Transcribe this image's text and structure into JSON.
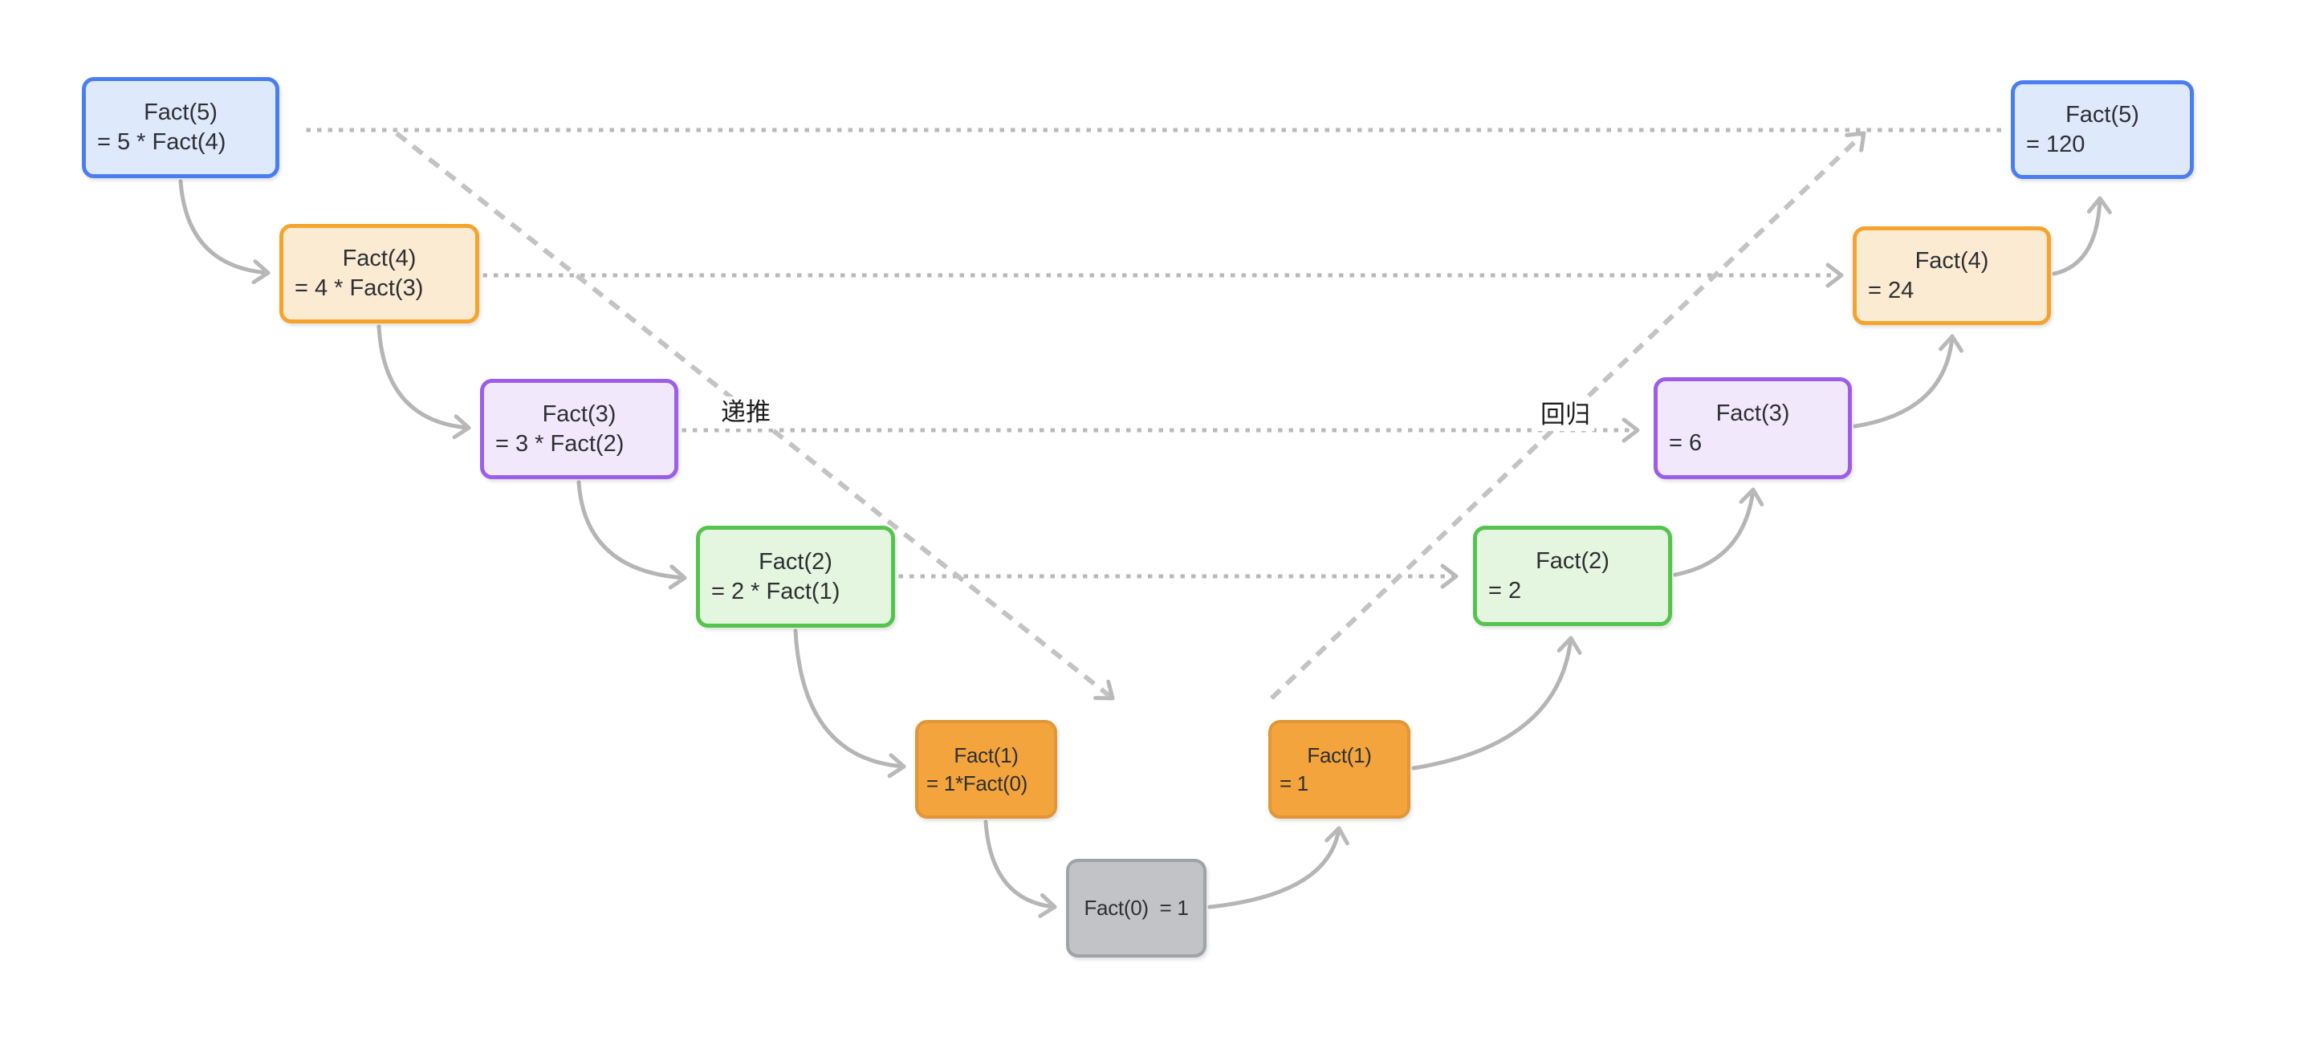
{
  "labels": {
    "descend": "递推",
    "ascend": "回归"
  },
  "nodes": [
    {
      "id": "call-fact5",
      "line1": "Fact(5)",
      "line2": "= 5 * Fact(4)"
    },
    {
      "id": "call-fact4",
      "line1": "Fact(4)",
      "line2": "= 4 * Fact(3)"
    },
    {
      "id": "call-fact3",
      "line1": "Fact(3)",
      "line2": "= 3 * Fact(2)"
    },
    {
      "id": "call-fact2",
      "line1": "Fact(2)",
      "line2": "= 2 * Fact(1)"
    },
    {
      "id": "call-fact1",
      "line1": "Fact(1)",
      "line2": "= 1*Fact(0)"
    },
    {
      "id": "base-fact0",
      "line1": "Fact(0)  = 1"
    },
    {
      "id": "return-fact1",
      "line1": "Fact(1)",
      "line2": "= 1"
    },
    {
      "id": "return-fact2",
      "line1": "Fact(2)",
      "line2": "= 2"
    },
    {
      "id": "return-fact3",
      "line1": "Fact(3)",
      "line2": "= 6"
    },
    {
      "id": "return-fact4",
      "line1": "Fact(4)",
      "line2": "= 24"
    },
    {
      "id": "return-fact5",
      "line1": "Fact(5)",
      "line2": "= 120"
    }
  ],
  "colors": {
    "blue_border": "#4a7ef0",
    "blue_fill": "#dfe9fc",
    "peach_border": "#f4a42d",
    "peach_fill": "#fcebd3",
    "purple_border": "#9c5de8",
    "purple_fill": "#f1e8fc",
    "green_border": "#54c44e",
    "green_fill": "#e5f6e0",
    "orange_border": "#e19637",
    "orange_fill": "#f4a43c",
    "gray_border": "#9fa2a6",
    "gray_fill": "#c1c3c7",
    "line_gray": "#b9b9b9",
    "dash_gray": "#c3c3c3",
    "text": "#2d2f33"
  }
}
